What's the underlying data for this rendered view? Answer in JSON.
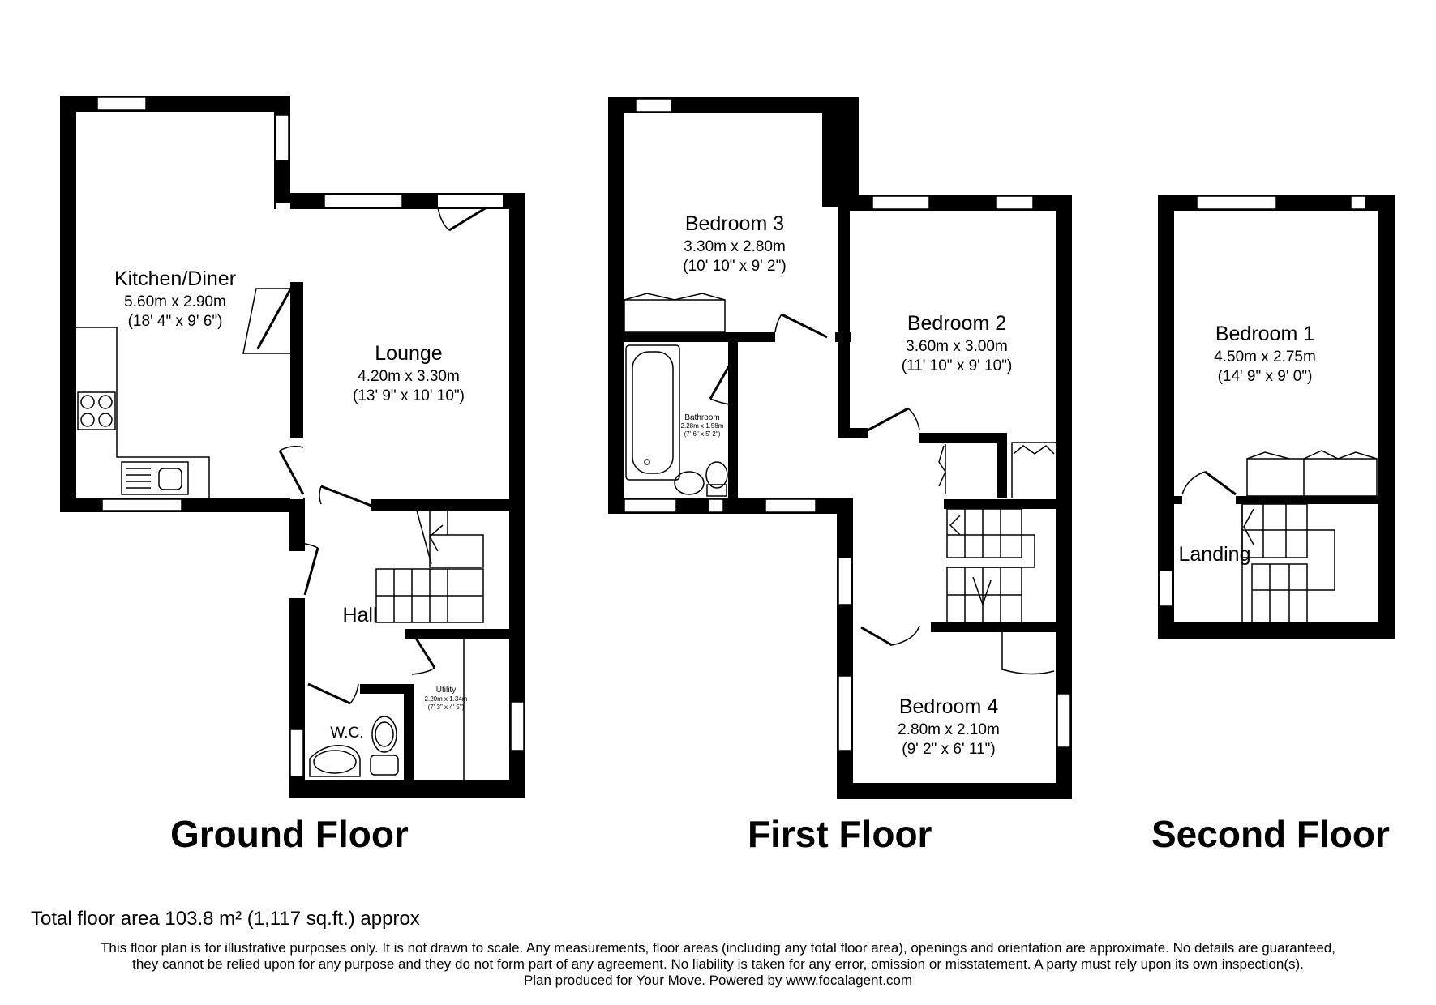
{
  "floors": [
    {
      "title": "Ground Floor",
      "rooms": [
        {
          "name": "Kitchen/Diner",
          "metric": "5.60m x 2.90m",
          "imperial": "(18' 4\" x 9' 6\")"
        },
        {
          "name": "Lounge",
          "metric": "4.20m x 3.30m",
          "imperial": "(13' 9\" x 10' 10\")"
        },
        {
          "name": "Hall"
        },
        {
          "name": "W.C."
        },
        {
          "name": "Utility",
          "metric": "2.20m x 1.34m",
          "imperial": "(7' 3\" x 4' 5\")"
        }
      ]
    },
    {
      "title": "First Floor",
      "rooms": [
        {
          "name": "Bedroom 3",
          "metric": "3.30m x 2.80m",
          "imperial": "(10' 10\" x 9' 2\")"
        },
        {
          "name": "Bedroom 2",
          "metric": "3.60m x 3.00m",
          "imperial": "(11' 10\" x 9' 10\")"
        },
        {
          "name": "Bathroom",
          "metric": "2.28m x 1.58m",
          "imperial": "(7' 6\" x 5' 2\")"
        },
        {
          "name": "Bedroom 4",
          "metric": "2.80m x 2.10m",
          "imperial": "(9' 2\" x 6' 11\")"
        }
      ]
    },
    {
      "title": "Second Floor",
      "rooms": [
        {
          "name": "Bedroom 1",
          "metric": "4.50m x 2.75m",
          "imperial": "(14' 9\" x 9' 0\")"
        },
        {
          "name": "Landing"
        }
      ]
    }
  ],
  "footer": {
    "total_area": "Total floor area 103.8 m² (1,117 sq.ft.) approx",
    "disclaimer_lines": [
      "This floor plan is for illustrative purposes only. It is not drawn to scale. Any measurements, floor areas (including any total floor area), openings and orientation are approximate. No details are guaranteed,",
      "they cannot be relied upon for any purpose and they do not form part of any agreement. No liability is taken for any error, omission or misstatement. A party must rely upon its own inspection(s).",
      "Plan produced for Your Move. Powered by www.focalagent.com"
    ]
  },
  "colors": {
    "wall": "#000000",
    "background": "#ffffff",
    "fixture": "#000000"
  }
}
